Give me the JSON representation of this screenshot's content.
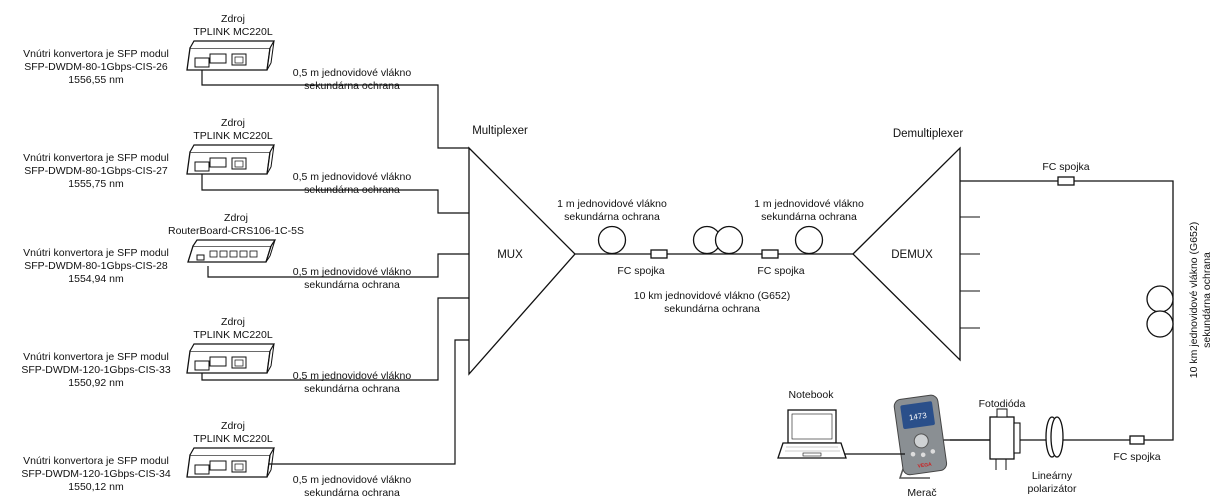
{
  "sources": [
    {
      "device": [
        "Zdroj",
        "TPLINK MC220L"
      ],
      "module": [
        "Vnútri konvertora je SFP modul",
        "SFP-DWDM-80-1Gbps-CIS-26",
        "1556,55 nm"
      ],
      "fiber": [
        "0,5 m jednovidové vlákno",
        "sekundárna ochrana"
      ]
    },
    {
      "device": [
        "Zdroj",
        "TPLINK MC220L"
      ],
      "module": [
        "Vnútri konvertora je SFP modul",
        "SFP-DWDM-80-1Gbps-CIS-27",
        "1555,75 nm"
      ],
      "fiber": [
        "0,5 m jednovidové vlákno",
        "sekundárna ochrana"
      ]
    },
    {
      "device": [
        "Zdroj",
        "RouterBoard-CRS106-1C-5S"
      ],
      "module": [
        "Vnútri konvertora je SFP modul",
        "SFP-DWDM-80-1Gbps-CIS-28",
        "1554,94 nm"
      ],
      "fiber": [
        "0,5 m jednovidové vlákno",
        "sekundárna ochrana"
      ]
    },
    {
      "device": [
        "Zdroj",
        "TPLINK MC220L"
      ],
      "module": [
        "Vnútri konvertora je SFP modul",
        "SFP-DWDM-120-1Gbps-CIS-33",
        "1550,92 nm"
      ],
      "fiber": [
        "0,5 m jednovidové vlákno",
        "sekundárna ochrana"
      ]
    },
    {
      "device": [
        "Zdroj",
        "TPLINK MC220L"
      ],
      "module": [
        "Vnútri konvertora je SFP modul",
        "SFP-DWDM-120-1Gbps-CIS-34",
        "1550,12 nm"
      ],
      "fiber": [
        "0,5 m jednovidové vlákno",
        "sekundárna ochrana"
      ]
    }
  ],
  "mux": {
    "title": "Multiplexer",
    "label": "MUX"
  },
  "demux": {
    "title": "Demultiplexer",
    "label": "DEMUX"
  },
  "link": {
    "fiber_left": [
      "1 m jednovidové vlákno",
      "sekundárna ochrana"
    ],
    "fiber_right": [
      "1 m jednovidové vlákno",
      "sekundárna ochrana"
    ],
    "fc_left": "FC spojka",
    "fc_right": "FC spojka",
    "fiber_10km": [
      "10 km jednovidové vlákno (G652)",
      "sekundárna ochrana"
    ]
  },
  "output": {
    "fc_top": "FC spojka",
    "fc_bottom": "FC spojka",
    "fiber_10km_vertical": [
      "10 km jednovidové vlákno (G652)",
      "sekundárna ochrana"
    ],
    "notebook": "Notebook",
    "meter": "Merač",
    "meter_display": "1473",
    "meter_brand": "VEGA",
    "photodiode": "Fotodióda",
    "polarizer": [
      "Lineárny",
      "polarizátor"
    ]
  },
  "colors": {
    "line": "#111111",
    "meter_body": "#8a8f93",
    "meter_red": "#cc2222",
    "screen": "#2a4f8a"
  }
}
